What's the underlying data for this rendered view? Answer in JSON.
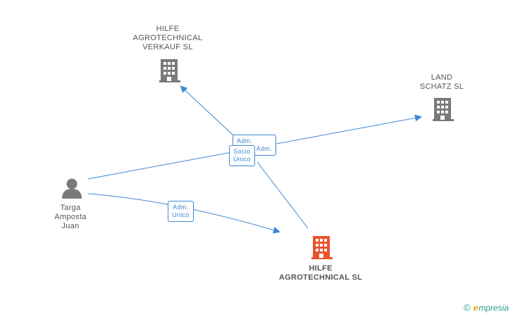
{
  "colors": {
    "edge": "#3f87d4",
    "company_icon": "#7a7a7a",
    "main_company_icon": "#e8552c",
    "person_icon": "#7a7a7a"
  },
  "nodes": {
    "hilfe_verkauf": {
      "lines": [
        "HILFE",
        "AGROTECHNICAL",
        "VERKAUF SL"
      ],
      "icon": "building-icon"
    },
    "land_schatz": {
      "lines": [
        "LAND",
        "SCHATZ SL"
      ],
      "icon": "building-icon"
    },
    "targa": {
      "lines": [
        "Targa",
        "Amposta",
        "Juan"
      ],
      "icon": "person-icon"
    },
    "hilfe_main": {
      "lines": [
        "HILFE",
        "AGROTECHNICAL SL"
      ],
      "icon": "building-icon"
    }
  },
  "edge_labels": {
    "adm_back": {
      "lines": [
        "Adm.",
        "Adm."
      ]
    },
    "socio_unico": {
      "lines": [
        "Socio",
        "Único"
      ]
    },
    "adm_unico": {
      "lines": [
        "Adm.",
        "Unico"
      ]
    }
  },
  "watermark": {
    "copyright": "©",
    "brand_first": "e",
    "brand_rest": "mpresia"
  }
}
